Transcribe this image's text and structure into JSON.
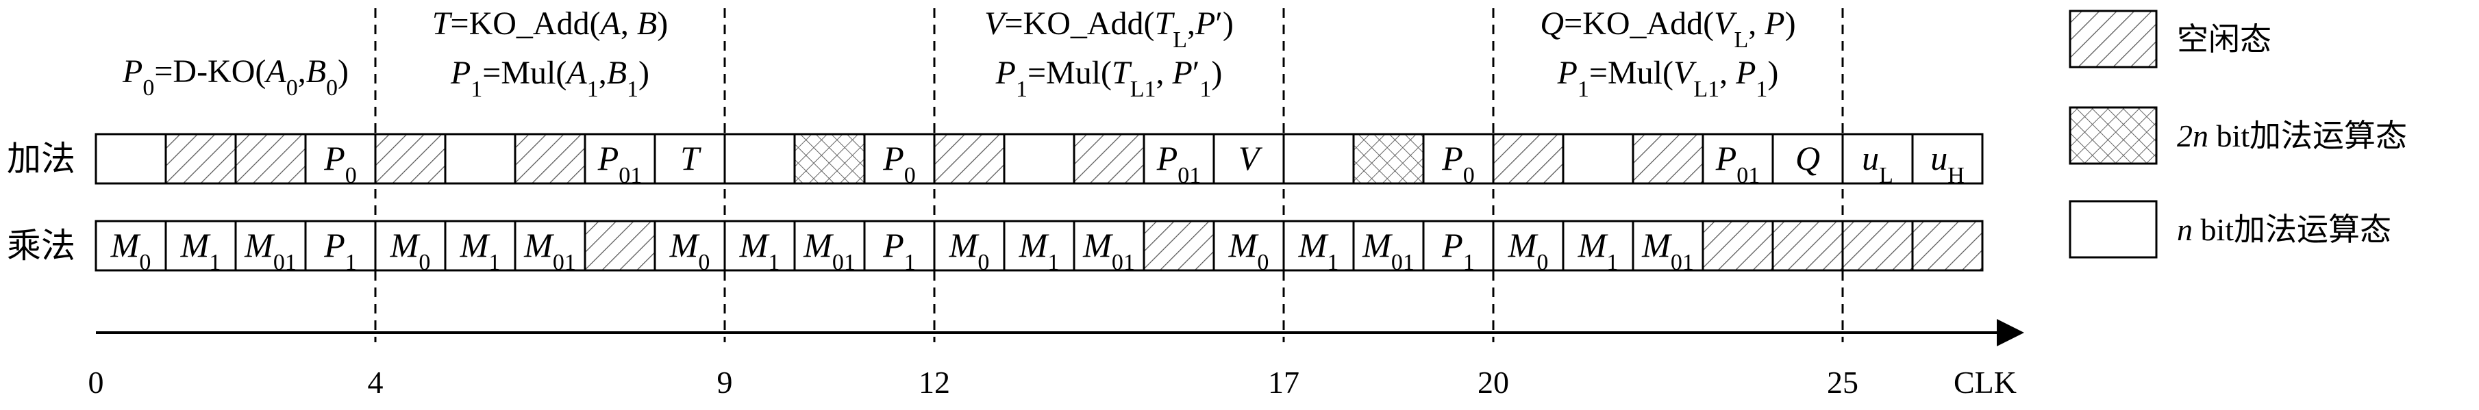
{
  "rows": [
    {
      "key": "add",
      "label": "加法",
      "cells": [
        {
          "t": "empty"
        },
        {
          "t": "idle"
        },
        {
          "t": "idle"
        },
        {
          "t": "text",
          "m": "P",
          "s": "0"
        },
        {
          "t": "idle"
        },
        {
          "t": "empty"
        },
        {
          "t": "idle"
        },
        {
          "t": "text",
          "m": "P",
          "s": "01"
        },
        {
          "t": "text",
          "m": "T",
          "s": ""
        },
        {
          "t": "empty"
        },
        {
          "t": "cross"
        },
        {
          "t": "text",
          "m": "P",
          "s": "0"
        },
        {
          "t": "idle"
        },
        {
          "t": "empty"
        },
        {
          "t": "idle"
        },
        {
          "t": "text",
          "m": "P",
          "s": "01"
        },
        {
          "t": "text",
          "m": "V",
          "s": ""
        },
        {
          "t": "empty"
        },
        {
          "t": "cross"
        },
        {
          "t": "text",
          "m": "P",
          "s": "0"
        },
        {
          "t": "idle"
        },
        {
          "t": "empty"
        },
        {
          "t": "idle"
        },
        {
          "t": "text",
          "m": "P",
          "s": "01"
        },
        {
          "t": "text",
          "m": "Q",
          "s": ""
        },
        {
          "t": "text",
          "m": "u",
          "s": "L"
        },
        {
          "t": "text",
          "m": "u",
          "s": "H"
        }
      ]
    },
    {
      "key": "mul",
      "label": "乘法",
      "cells": [
        {
          "t": "text",
          "m": "M",
          "s": "0"
        },
        {
          "t": "text",
          "m": "M",
          "s": "1"
        },
        {
          "t": "text",
          "m": "M",
          "s": "01"
        },
        {
          "t": "text",
          "m": "P",
          "s": "1"
        },
        {
          "t": "text",
          "m": "M",
          "s": "0"
        },
        {
          "t": "text",
          "m": "M",
          "s": "1"
        },
        {
          "t": "text",
          "m": "M",
          "s": "01"
        },
        {
          "t": "idle"
        },
        {
          "t": "text",
          "m": "M",
          "s": "0"
        },
        {
          "t": "text",
          "m": "M",
          "s": "1"
        },
        {
          "t": "text",
          "m": "M",
          "s": "01"
        },
        {
          "t": "text",
          "m": "P",
          "s": "1"
        },
        {
          "t": "text",
          "m": "M",
          "s": "0"
        },
        {
          "t": "text",
          "m": "M",
          "s": "1"
        },
        {
          "t": "text",
          "m": "M",
          "s": "01"
        },
        {
          "t": "idle"
        },
        {
          "t": "text",
          "m": "M",
          "s": "0"
        },
        {
          "t": "text",
          "m": "M",
          "s": "1"
        },
        {
          "t": "text",
          "m": "M",
          "s": "01"
        },
        {
          "t": "text",
          "m": "P",
          "s": "1"
        },
        {
          "t": "text",
          "m": "M",
          "s": "0"
        },
        {
          "t": "text",
          "m": "M",
          "s": "1"
        },
        {
          "t": "text",
          "m": "M",
          "s": "01"
        },
        {
          "t": "idle"
        },
        {
          "t": "idle"
        },
        {
          "t": "idle"
        },
        {
          "t": "idle"
        }
      ]
    }
  ],
  "phases": [
    {
      "line1": [
        [
          "i",
          "P"
        ],
        [
          "sub",
          "0"
        ],
        [
          "r",
          "=D-KO("
        ],
        [
          "i",
          "A"
        ],
        [
          "sub",
          "0"
        ],
        [
          "r",
          ","
        ],
        [
          "i",
          "B"
        ],
        [
          "sub",
          "0"
        ],
        [
          "r",
          ")"
        ]
      ],
      "line2": []
    },
    {
      "line1": [
        [
          "i",
          "T"
        ],
        [
          "r",
          "=KO_Add("
        ],
        [
          "i",
          "A"
        ],
        [
          "r",
          ", "
        ],
        [
          "i",
          "B"
        ],
        [
          "r",
          ")"
        ]
      ],
      "line2": [
        [
          "i",
          "P"
        ],
        [
          "sub",
          "1"
        ],
        [
          "r",
          "=Mul("
        ],
        [
          "i",
          "A"
        ],
        [
          "sub",
          "1"
        ],
        [
          "r",
          ","
        ],
        [
          "i",
          "B"
        ],
        [
          "sub",
          "1"
        ],
        [
          "r",
          ")"
        ]
      ]
    },
    {
      "line1": [
        [
          "i",
          "V"
        ],
        [
          "r",
          "=KO_Add("
        ],
        [
          "i",
          "T"
        ],
        [
          "sub",
          "L"
        ],
        [
          "r",
          ","
        ],
        [
          "i",
          "P"
        ],
        [
          "r",
          "′)"
        ]
      ],
      "line2": [
        [
          "i",
          "P"
        ],
        [
          "sub",
          "1"
        ],
        [
          "r",
          "=Mul("
        ],
        [
          "i",
          "T"
        ],
        [
          "sub",
          "L1"
        ],
        [
          "r",
          ", "
        ],
        [
          "i",
          "P"
        ],
        [
          "r",
          "′"
        ],
        [
          "sub",
          "1"
        ],
        [
          "r",
          ")"
        ]
      ]
    },
    {
      "line1": [
        [
          "i",
          "Q"
        ],
        [
          "r",
          "=KO_Add("
        ],
        [
          "i",
          "V"
        ],
        [
          "sub",
          "L"
        ],
        [
          "r",
          ", "
        ],
        [
          "i",
          "P"
        ],
        [
          "r",
          ")"
        ]
      ],
      "line2": [
        [
          "i",
          "P"
        ],
        [
          "sub",
          "1"
        ],
        [
          "r",
          "=Mul("
        ],
        [
          "i",
          "V"
        ],
        [
          "sub",
          "L1"
        ],
        [
          "r",
          ", "
        ],
        [
          "i",
          "P"
        ],
        [
          "sub",
          "1"
        ],
        [
          "r",
          ")"
        ]
      ]
    }
  ],
  "ticks": [
    "0",
    "4",
    "9",
    "12",
    "17",
    "20",
    "25"
  ],
  "axis_label": "CLK",
  "legend": [
    {
      "pattern": "idle",
      "label_italic": "",
      "label": "空闲态"
    },
    {
      "pattern": "cross",
      "label_italic": "2n",
      "label": " bit加法运算态"
    },
    {
      "pattern": "empty",
      "label_italic": "n",
      "label": " bit加法运算态"
    }
  ]
}
